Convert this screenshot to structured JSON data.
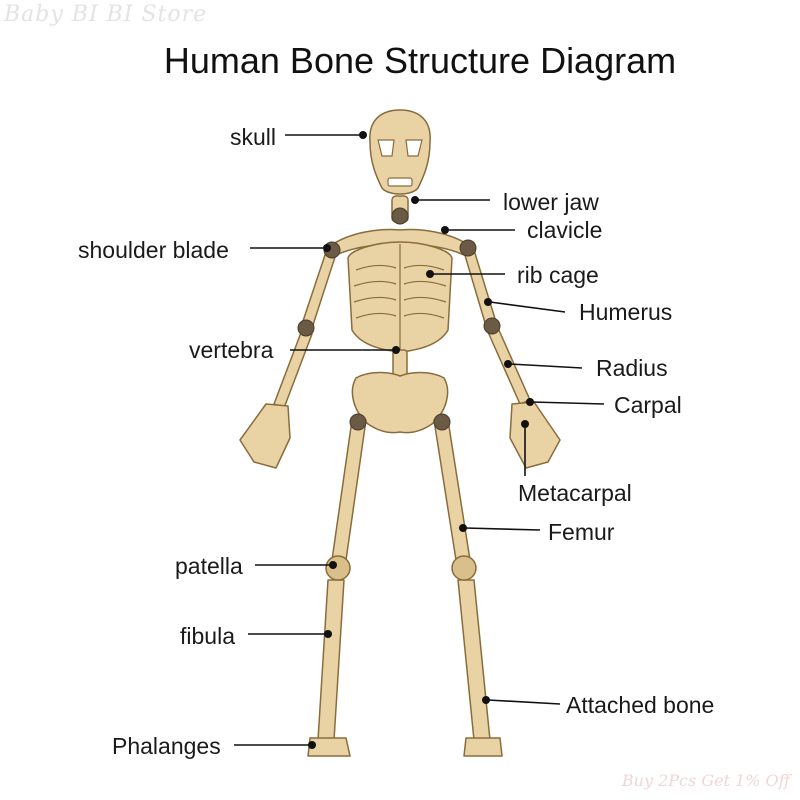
{
  "watermark": {
    "top_left": "Baby BI BI Store",
    "bottom_right": "Buy 2Pcs Get 1% Off"
  },
  "title": "Human Bone Structure Diagram",
  "labels": {
    "skull": "skull",
    "lower_jaw": "lower jaw",
    "clavicle": "clavicle",
    "shoulder_blade": "shoulder blade",
    "rib_cage": "rib cage",
    "humerus": "Humerus",
    "vertebra": "vertebra",
    "radius": "Radius",
    "carpal": "Carpal",
    "metacarpal": "Metacarpal",
    "femur": "Femur",
    "patella": "patella",
    "fibula": "fibula",
    "attached_bone": "Attached bone",
    "phalanges": "Phalanges"
  },
  "colors": {
    "bone": "#e9d3a5",
    "bone_outline": "#8a6c3c",
    "joint": "#6b5a44",
    "leader": "#111111"
  }
}
